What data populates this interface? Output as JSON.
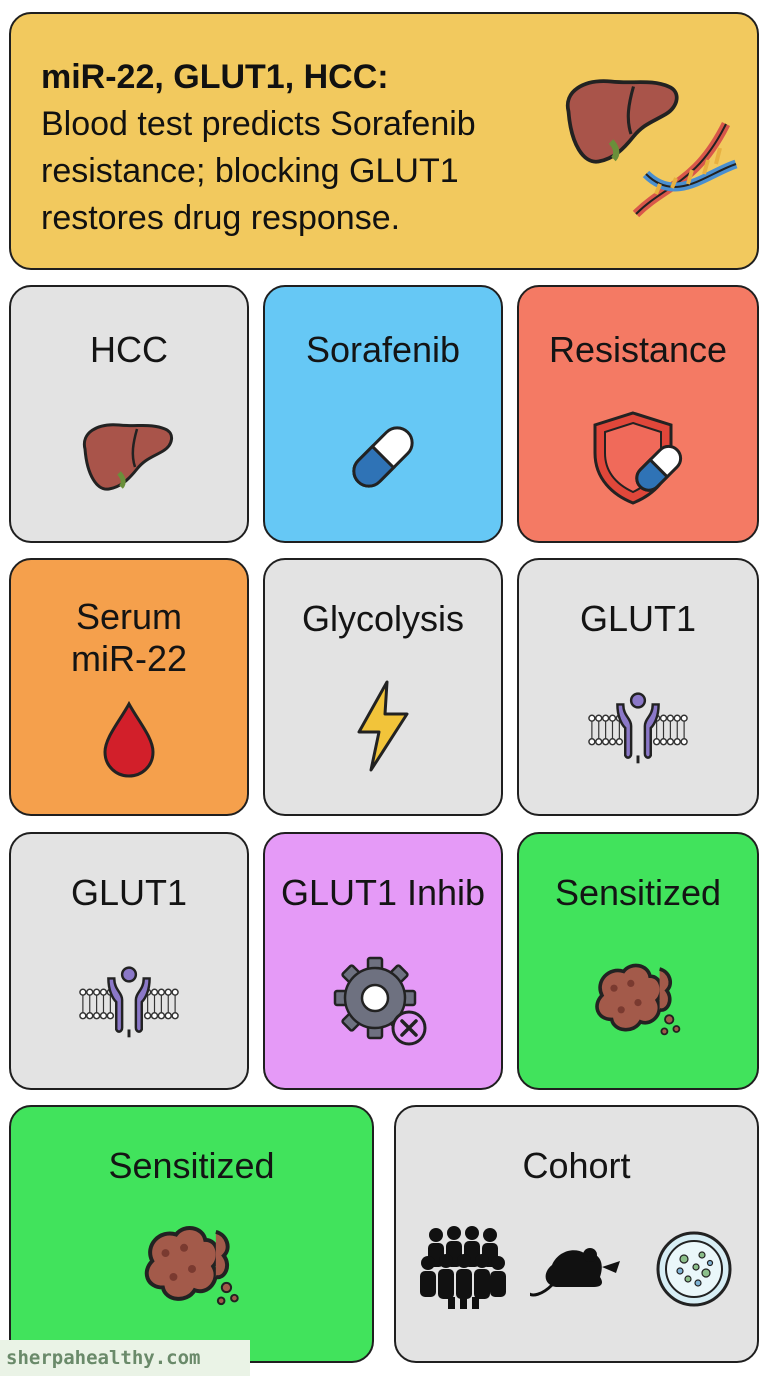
{
  "header": {
    "title_bold": "miR-22, GLUT1, HCC:",
    "line1": "Blood test predicts Sorafenib",
    "line2": "resistance; blocking GLUT1",
    "line3": "restores drug response.",
    "icon": "liver-dna-icon"
  },
  "tiles": [
    {
      "label": "HCC",
      "icon": "liver-icon",
      "color": "#e3e3e3"
    },
    {
      "label": "Sorafenib",
      "icon": "pill-capsule-icon",
      "color": "#66c8f5"
    },
    {
      "label": "Resistance",
      "icon": "shield-pill-icon",
      "color": "#f47a64"
    },
    {
      "label_line1": "Serum",
      "label_line2": "miR-22",
      "icon": "blood-drop-icon",
      "color": "#f5a04c"
    },
    {
      "label": "Glycolysis",
      "icon": "lightning-icon",
      "color": "#e3e3e3"
    },
    {
      "label": "GLUT1",
      "icon": "membrane-transporter-icon",
      "color": "#e3e3e3"
    },
    {
      "label": "GLUT1",
      "icon": "membrane-transporter-icon",
      "color": "#e3e3e3"
    },
    {
      "label": "GLUT1 Inhib",
      "icon": "gear-block-icon",
      "color": "#e59af7"
    },
    {
      "label": "Sensitized",
      "icon": "crumbling-tumor-icon",
      "color": "#41e35c"
    },
    {
      "label": "Sensitized",
      "icon": "crumbling-tumor-icon",
      "color": "#41e35c"
    },
    {
      "label": "Cohort",
      "icons": [
        "people-group-icon",
        "mouse-icon",
        "petri-dish-icon"
      ],
      "color": "#e3e3e3"
    }
  ],
  "colors": {
    "header_bg": "#f2c95e",
    "border": "#1f1f1f"
  },
  "watermark": "sherpahealthy.com"
}
